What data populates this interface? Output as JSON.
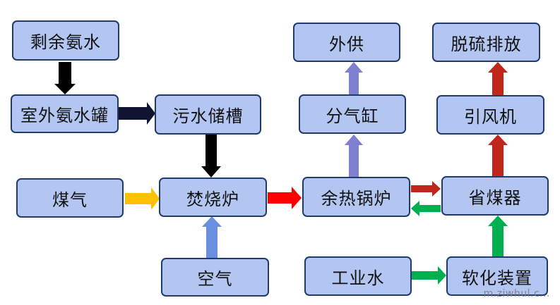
{
  "nodes": {
    "surplus_ammonia_water": "剩余氨水",
    "outdoor_ammonia_tank": "室外氨水罐",
    "wastewater_tank": "污水储槽",
    "gas": "煤气",
    "incinerator": "焚烧炉",
    "air": "空气",
    "waste_heat_boiler": "余热锅炉",
    "steam_cylinder": "分气缸",
    "external_supply": "外供",
    "economizer": "省煤器",
    "induced_fan": "引风机",
    "desulfurization_discharge": "脱硫排放",
    "industrial_water": "工业水",
    "softening_unit": "软化装置"
  },
  "watermark": "m.ziwhul.c...",
  "colors": {
    "box_fill": "#b3c6f2",
    "box_border": "#1f3a6b",
    "arrow_black": "#000000",
    "arrow_navy": "#0f1530",
    "arrow_yellow": "#ffc000",
    "arrow_red": "#ff0000",
    "arrow_blue": "#6a8fe0",
    "arrow_purple": "#8080d0",
    "arrow_darkred": "#c0261a",
    "arrow_green": "#00b050"
  }
}
